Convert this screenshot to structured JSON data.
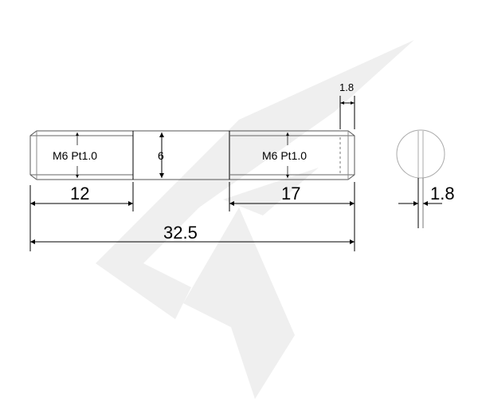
{
  "drawing": {
    "left_thread_label": "M6 Pt1.0",
    "right_thread_label": "M6 Pt1.0",
    "diameter_label": "6",
    "left_thread_length": "12",
    "right_thread_length": "17",
    "total_length": "32.5",
    "chamfer_length": "1.8",
    "slot_width": "1.8"
  },
  "colors": {
    "line": "#000000",
    "hidden": "#aaaaaa",
    "watermark": "#eeeeee"
  }
}
